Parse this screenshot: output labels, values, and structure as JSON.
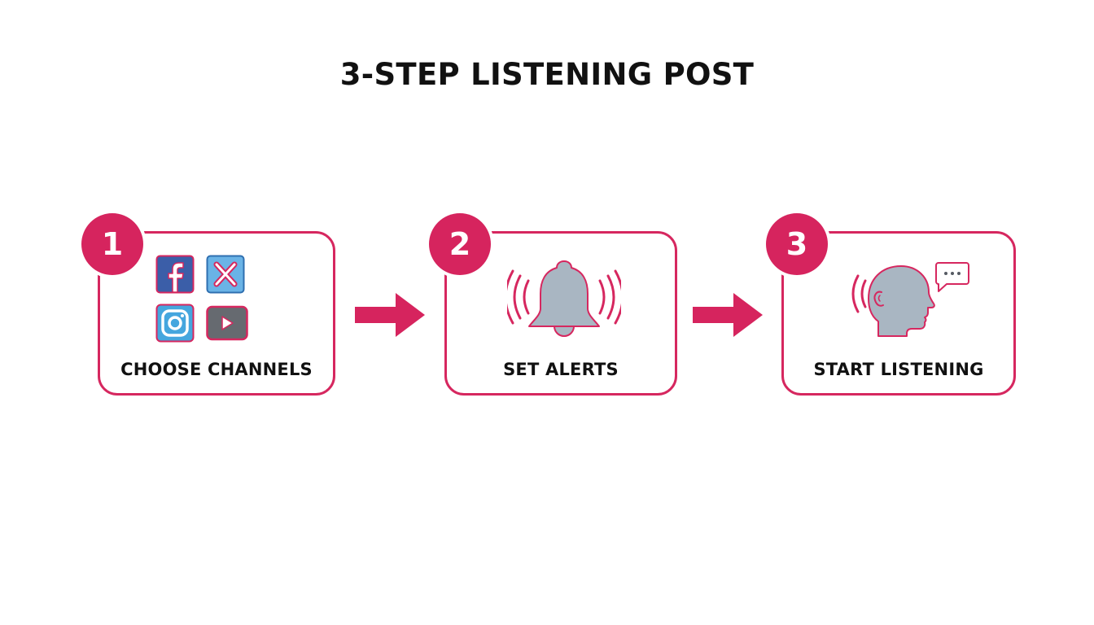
{
  "title": "3-STEP LISTENING POST",
  "steps": [
    {
      "number": "1",
      "label": "CHOOSE CHANNELS",
      "icons": [
        "facebook-icon",
        "x-icon",
        "instagram-icon",
        "youtube-icon"
      ]
    },
    {
      "number": "2",
      "label": "SET ALERTS",
      "icons": [
        "bell-icon"
      ]
    },
    {
      "number": "3",
      "label": "START LISTENING",
      "icons": [
        "listening-head-icon",
        "speech-bubble-icon"
      ]
    }
  ],
  "colors": {
    "accent": "#d6275f",
    "icon_fill": "#a9b6c2",
    "facebook": "#3b5ea8",
    "x_tile": "#6ab3e6",
    "instagram": "#45a6de",
    "youtube": "#666a70"
  }
}
